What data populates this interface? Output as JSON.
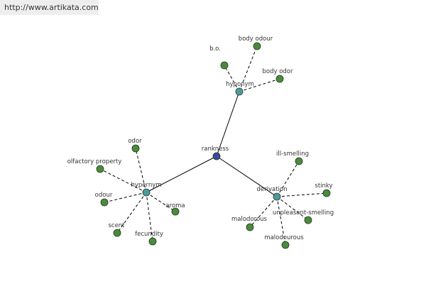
{
  "source_url": "http://www.artikata.com",
  "colors": {
    "root_node": "#3b4aa0",
    "relation_node": "#4e9a9e",
    "leaf_node": "#4c8a3c",
    "solid_edge": "#000000",
    "dashed_edge": "#000000"
  },
  "root": {
    "label": "rankness"
  },
  "relations": [
    {
      "id": "hyponym",
      "label": "hyponym",
      "terms": [
        "b.o.",
        "body odour",
        "body odor"
      ]
    },
    {
      "id": "hypernym",
      "label": "hypernym",
      "terms": [
        "odor",
        "olfactory property",
        "odour",
        "scent",
        "fecundity",
        "aroma"
      ]
    },
    {
      "id": "derivation",
      "label": "derivation",
      "terms": [
        "ill-smelling",
        "stinky",
        "unpleasant-smelling",
        "malodorous",
        "malodourous"
      ]
    }
  ]
}
